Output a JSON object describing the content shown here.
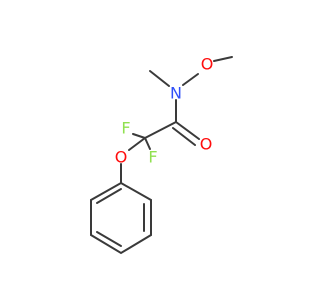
{
  "molecule": {
    "atoms": {
      "methyl_O": "",
      "O_methoxy": "O",
      "N": "N",
      "methyl_N": "",
      "C_carbonyl": "",
      "O_carbonyl": "O",
      "C_difluoro": "",
      "F_top": "F",
      "F_right": "F",
      "O_ether": "O",
      "ring_c1": "",
      "ring_c2": "",
      "ring_c3": "",
      "ring_c4": "",
      "ring_c5": "",
      "ring_c6": ""
    },
    "colors": {
      "bond": "#3a3a3a",
      "O": "#ff0d0d",
      "N": "#3050f8",
      "F": "#90e050"
    }
  }
}
